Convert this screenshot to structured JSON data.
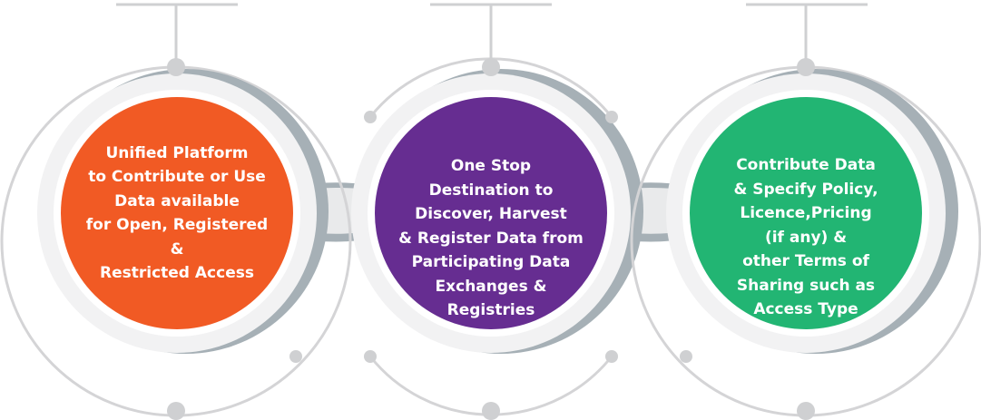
{
  "colors": {
    "orange": "#f15a24",
    "purple": "#662d91",
    "green": "#22b573",
    "ring_light": "#d4d4d6",
    "ring_shadow": "#a6b0b6",
    "connector": "#cfd0d2"
  },
  "circles": [
    {
      "color": "#f15a24",
      "lines": [
        "Unified Platform",
        "to Contribute or Use",
        "Data available",
        "for Open, Registered",
        "&",
        "Restricted Access"
      ]
    },
    {
      "color": "#662d91",
      "lines": [
        "One Stop",
        "Destination to",
        "Discover, Harvest",
        "& Register Data from",
        "Participating Data",
        "Exchanges &",
        "Registries"
      ]
    },
    {
      "color": "#22b573",
      "lines": [
        "Contribute Data",
        "& Specify Policy,",
        "Licence,Pricing",
        "(if any) &",
        "other Terms of",
        "Sharing such as",
        "Access Type"
      ]
    }
  ]
}
